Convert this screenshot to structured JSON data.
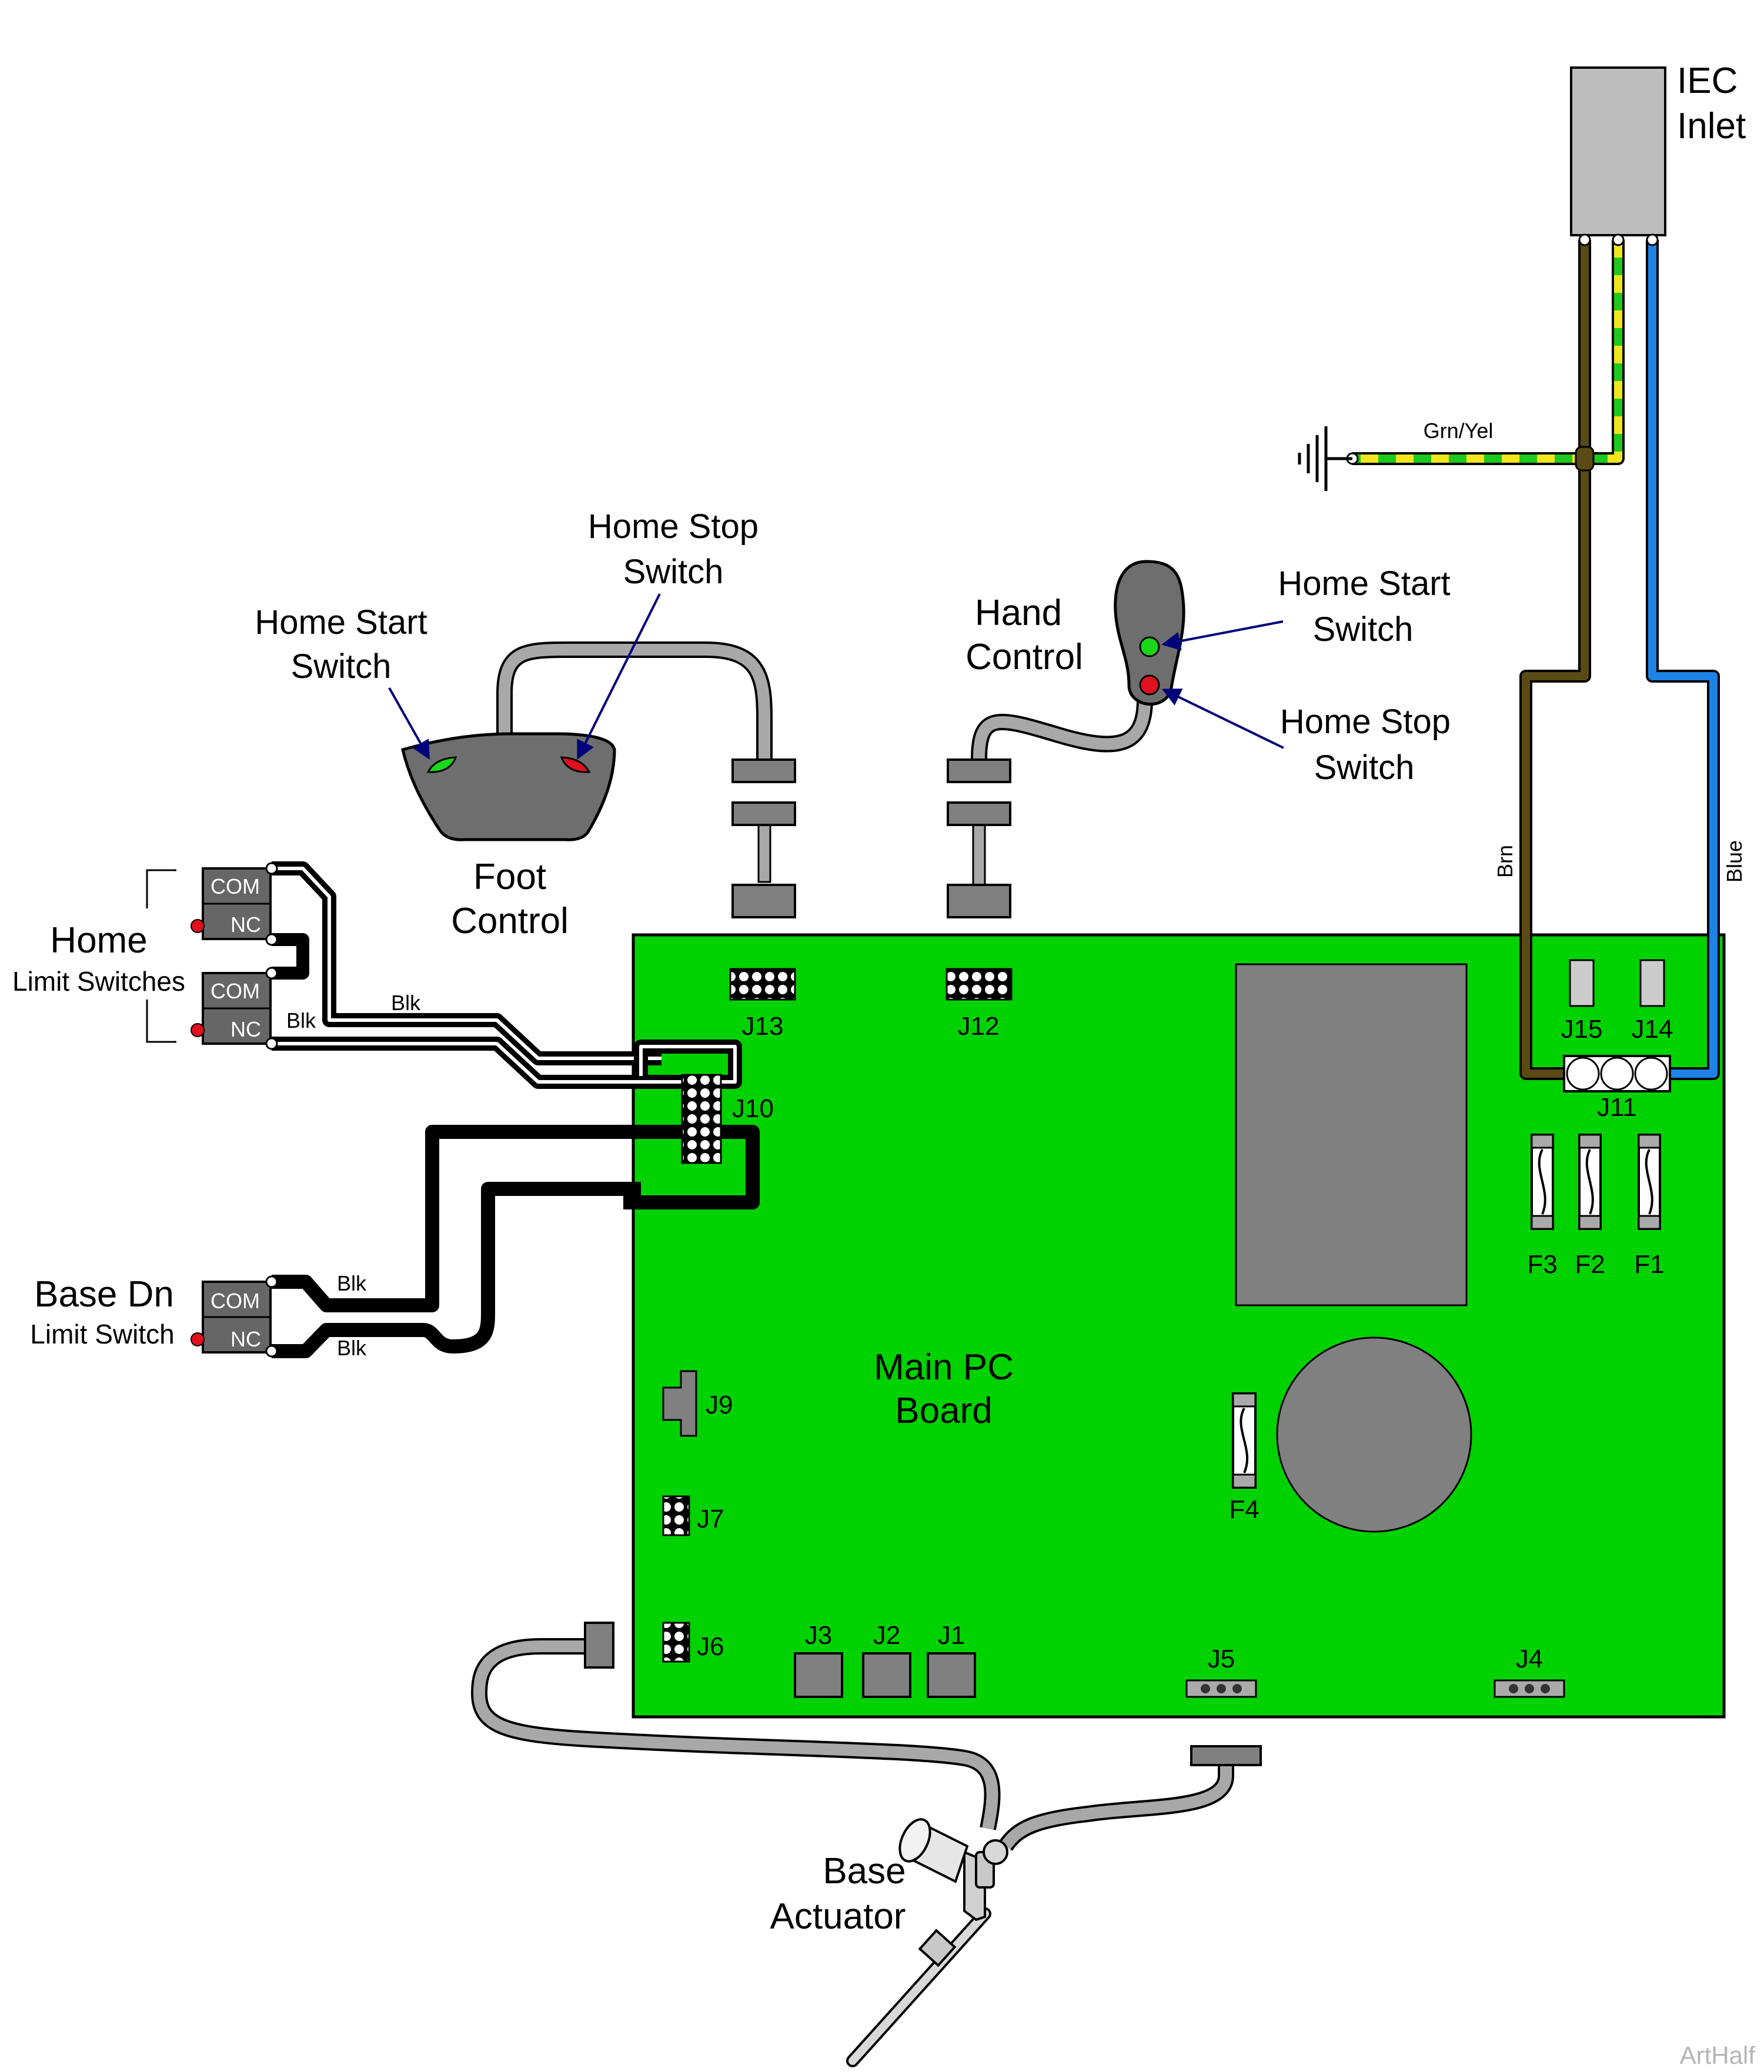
{
  "iec_inlet": {
    "line1": "IEC",
    "line2": "Inlet"
  },
  "wires": {
    "ground": "Grn/Yel",
    "brown": "Brn",
    "blue": "Blue",
    "black": "Blk"
  },
  "foot_control": {
    "line1": "Foot",
    "line2": "Control",
    "start_label_1": "Home Start",
    "start_label_2": "Switch",
    "stop_label_1": "Home Stop",
    "stop_label_2": "Switch"
  },
  "hand_control": {
    "line1": "Hand",
    "line2": "Control",
    "start_label_1": "Home Start",
    "start_label_2": "Switch",
    "stop_label_1": "Home Stop",
    "stop_label_2": "Switch"
  },
  "home_limit": {
    "line1": "Home",
    "line2": "Limit Switches"
  },
  "base_dn_limit": {
    "line1": "Base Dn",
    "line2": "Limit Switch"
  },
  "switch_terminals": {
    "com": "COM",
    "nc": "NC"
  },
  "board": {
    "line1": "Main PC",
    "line2": "Board",
    "connectors": {
      "j1": "J1",
      "j2": "J2",
      "j3": "J3",
      "j4": "J4",
      "j5": "J5",
      "j6": "J6",
      "j7": "J7",
      "j9": "J9",
      "j10": "J10",
      "j11": "J11",
      "j12": "J12",
      "j13": "J13",
      "j14": "J14",
      "j15": "J15"
    },
    "fuses": {
      "f1": "F1",
      "f2": "F2",
      "f3": "F3",
      "f4": "F4"
    }
  },
  "base_actuator": {
    "line1": "Base",
    "line2": "Actuator"
  },
  "credit": "ArtHalf",
  "colors": {
    "board": "#00d200",
    "wire_black": "#000000",
    "wire_brown": "#5a4a14",
    "wire_blue": "#1e82e6",
    "wire_green": "#1ec81e",
    "wire_yellow": "#f0e61e",
    "cable_grey": "#a8a8a8",
    "component_grey": "#808080",
    "indicator_green": "#18d818",
    "indicator_red": "#e0101e",
    "arrow_navy": "#00007a"
  }
}
